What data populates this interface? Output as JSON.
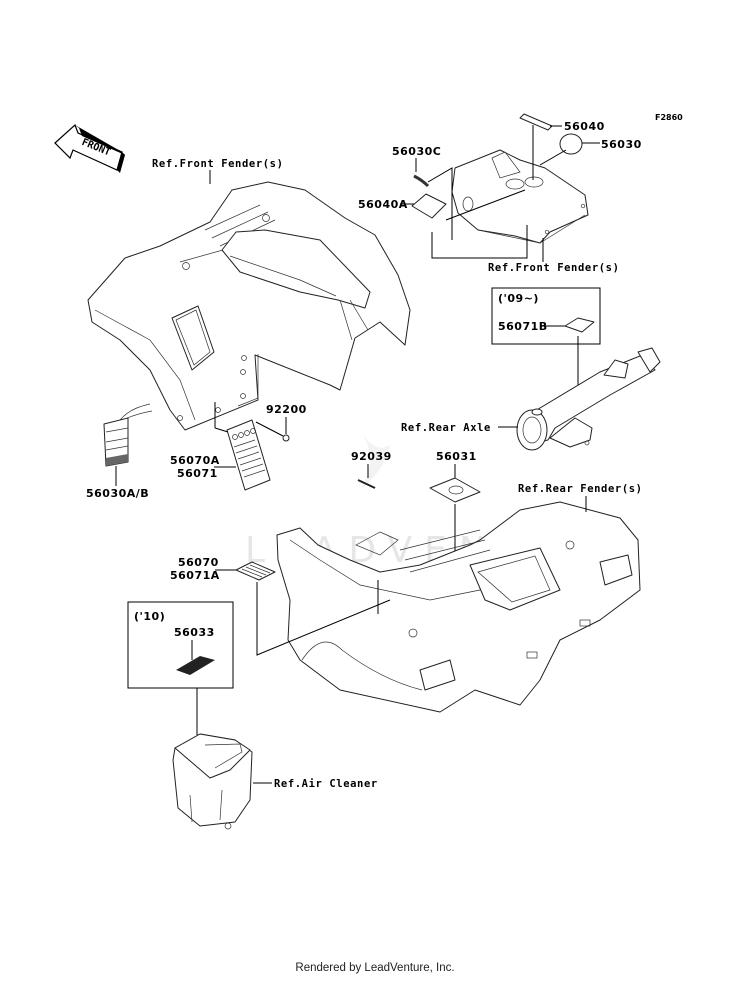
{
  "figure_code": "F2860",
  "orientation_marker": "FRONT",
  "watermark": "LEADVENTURE",
  "references": {
    "front_fender_left": "Ref.Front Fender(s)",
    "front_fender_right": "Ref.Front Fender(s)",
    "rear_axle": "Ref.Rear Axle",
    "rear_fender": "Ref.Rear Fender(s)",
    "air_cleaner": "Ref.Air Cleaner"
  },
  "parts": {
    "p56040": "56040",
    "p56030": "56030",
    "p56030C": "56030C",
    "p56040A": "56040A",
    "p56071B": "56071B",
    "p92200": "92200",
    "p56070A": "56070A",
    "p56071": "56071",
    "p56030AB": "56030A/B",
    "p92039": "92039",
    "p56031": "56031",
    "p56070": "56070",
    "p56071A": "56071A",
    "p56033": "56033"
  },
  "boxes": {
    "box_09": "('09~)",
    "box_10": "('10)"
  },
  "footer": "Rendered by LeadVenture, Inc."
}
